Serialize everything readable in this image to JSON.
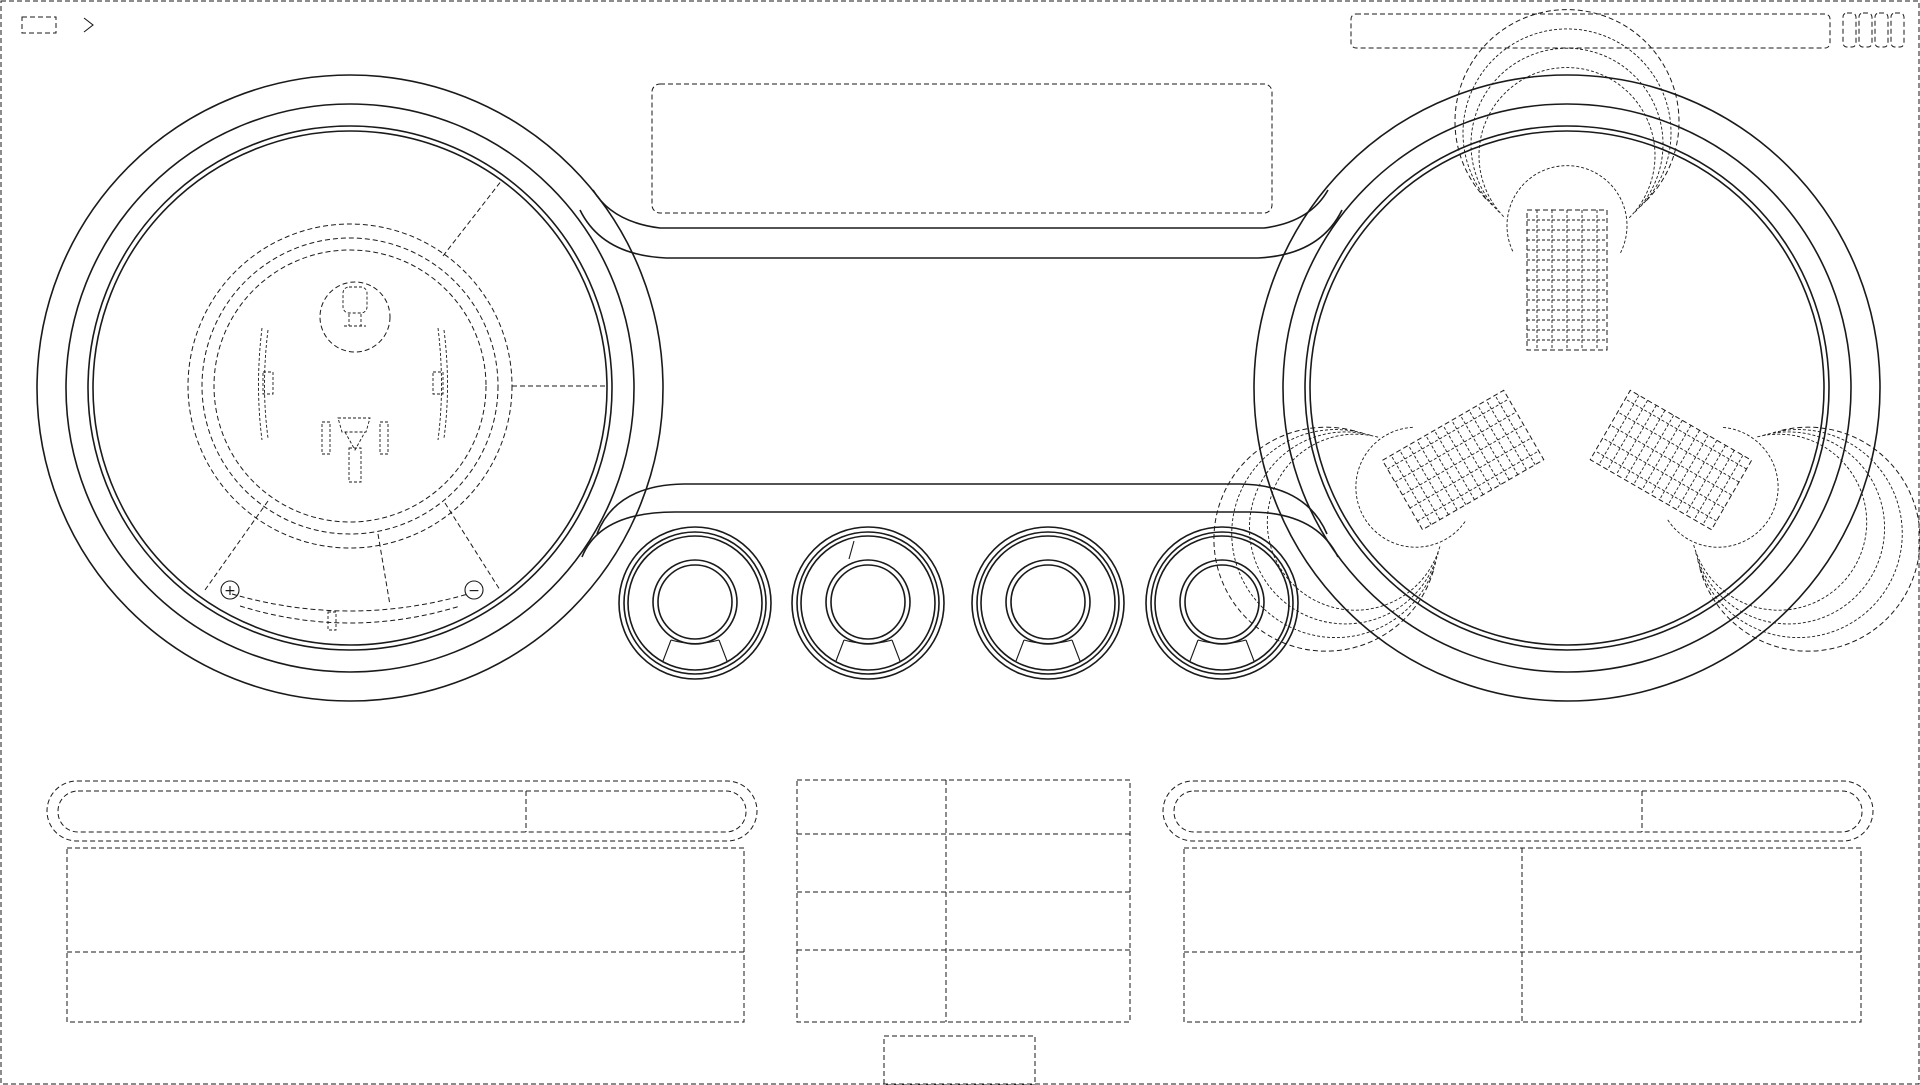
{
  "window": {
    "border_style": "dashed",
    "menu_glyph": "→"
  },
  "icons": {
    "menu": "sidebar-toggle-icon",
    "forward": "chevron-right-icon",
    "status": "status-bars-icon",
    "zoom_in": "plus-circle-icon",
    "zoom_out": "minus-circle-icon"
  },
  "radar_controls": {
    "zoom_in_glyph": "+",
    "zoom_out_glyph": "−"
  },
  "left_gauge": {
    "type": "radar"
  },
  "right_gauge": {
    "type": "tri-lobe-meter"
  },
  "knobs": {
    "count": 4
  },
  "left_panel": {
    "rows": 2,
    "cols": 1
  },
  "center_table": {
    "rows": 4,
    "cols": 2
  },
  "right_panel": {
    "rows": 2,
    "cols": 2
  },
  "colors": {
    "stroke": "#1a1a1a",
    "background": "#ffffff"
  }
}
